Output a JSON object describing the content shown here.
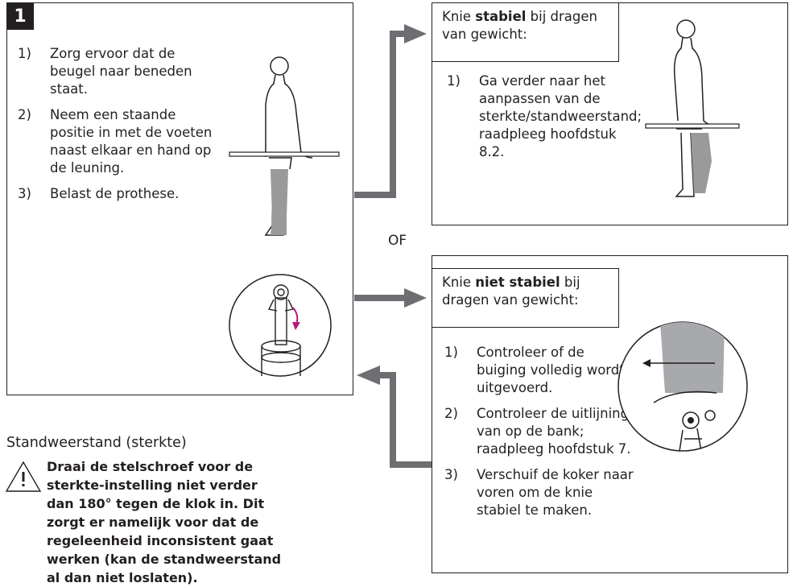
{
  "step_number": "1",
  "left_panel": {
    "steps": [
      {
        "num": "1)",
        "text": "Zorg ervoor dat de beugel naar beneden staat."
      },
      {
        "num": "2)",
        "text": "Neem een staande positie in met de voeten naast elkaar en hand op de leuning."
      },
      {
        "num": "3)",
        "text": "Belast de prothese."
      }
    ]
  },
  "stable_panel": {
    "heading_prefix": "Knie ",
    "heading_bold": "stabiel",
    "heading_suffix": " bij dragen van gewicht:",
    "steps": [
      {
        "num": "1)",
        "text": "Ga verder naar het aanpassen van de sterkte/standweerstand; raadpleeg hoofdstuk 8.2."
      }
    ]
  },
  "or_label": "OF",
  "unstable_panel": {
    "heading_prefix": "Knie ",
    "heading_bold": "niet stabiel",
    "heading_suffix": " bij dragen van gewicht:",
    "steps": [
      {
        "num": "1)",
        "text": "Controleer of de buiging volledig wordt uitgevoerd."
      },
      {
        "num": "2)",
        "text": "Controleer de uitlijning van op de bank; raadpleeg hoofdstuk 7."
      },
      {
        "num": "3)",
        "text": "Verschuif de koker naar voren om de knie stabiel te maken."
      }
    ]
  },
  "section": {
    "title": "Standweerstand (sterkte)",
    "warning": "Draai de stelschroef voor de sterkte-instelling niet verder dan 180° tegen de klok in. Dit zorgt er namelijk voor dat de regeleenheid inconsistent gaat werken (kan de standweerstand al dan niet loslaten)."
  },
  "colors": {
    "arrow": "#6d6e71",
    "ink": "#231f20",
    "prosthesis": "#9a9a9a",
    "accent": "#b5177a"
  }
}
